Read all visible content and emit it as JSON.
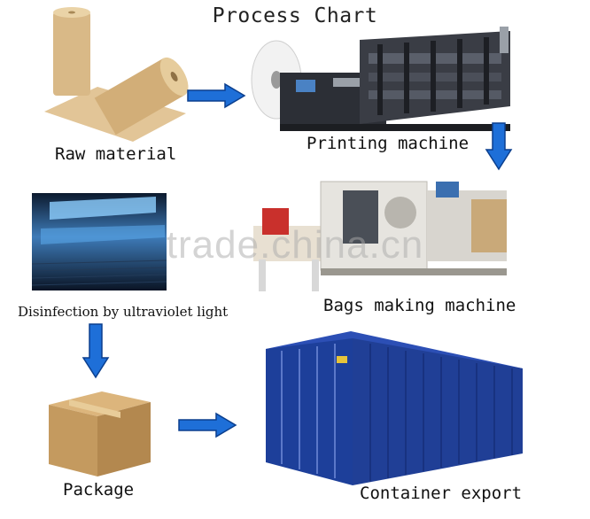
{
  "title": "Process Chart",
  "steps": {
    "raw_material": "Raw material",
    "printing": "Printing machine",
    "bags_making": "Bags making machine",
    "disinfection": "Disinfection by ultraviolet light",
    "package": "Package",
    "container": "Container export"
  },
  "watermark": "trade.china.cn",
  "colors": {
    "arrow": "#1e6fd8",
    "arrow_stroke": "#0b3f8e",
    "container": "#1d3f9a",
    "kraft": "#d9b987",
    "box": "#c49a5f"
  }
}
